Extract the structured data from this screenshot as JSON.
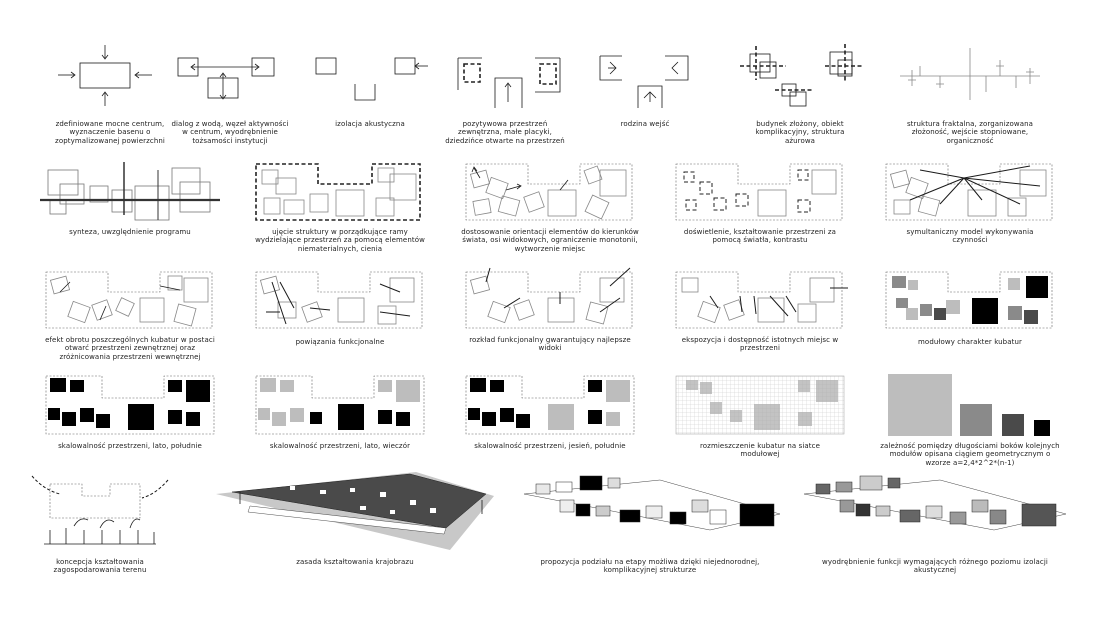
{
  "captions": {
    "r1c1": "zdefiniowane mocne centrum, wyznaczenie basenu o zoptymalizowanej powierzchni",
    "r1c2": "dialog z wodą, węzeł aktywności w centrum, wyodrębnienie tożsamości instytucji",
    "r1c3": "izolacja akustyczna",
    "r1c4": "pozytywowa przestrzeń zewnętrzna, małe placyki, dziedzińce otwarte na przestrzeń",
    "r1c5": "rodzina wejść",
    "r1c6": "budynek złożony, obiekt komplikacyjny, struktura ażurowa",
    "r1c7": "struktura fraktalna, zorganizowana złożoność, wejście stopniowane, organiczność",
    "r2c1": "synteza, uwzględnienie programu",
    "r2c2": "ujęcie struktury w porządkujące ramy wydzielające przestrzeń za pomocą elementów niematerialnych, cienia",
    "r2c3": "dostosowanie orientacji elementów do kierunków świata, osi widokowych, ograniczenie monotonii, wytworzenie miejsc",
    "r2c4": "doświetlenie, kształtowanie przestrzeni za pomocą światła, kontrastu",
    "r2c5": "symultaniczny model wykonywania czynności",
    "r3c1": "efekt obrotu poszczególnych kubatur w postaci otwarć przestrzeni zewnętrznej oraz zróżnicowania przestrzeni wewnętrznej",
    "r3c2": "powiązania funkcjonalne",
    "r3c3": "rozkład funkcjonalny gwarantujący najlepsze widoki",
    "r3c4": "ekspozycja i dostępność istotnych miejsc w przestrzeni",
    "r3c5": "modułowy charakter kubatur",
    "r4c1": "skalowalność przestrzeni, lato, południe",
    "r4c2": "skalowalność przestrzeni, lato, wieczór",
    "r4c3": "skalowalność przestrzeni, jesień, południe",
    "r4c4": "rozmieszczenie kubatur na siatce modułowej",
    "r4c5": "zależność pomiędzy długościami boków kolejnych modułów opisana ciągiem geometrycznym o wzorze a=2,4*2^2*(n-1)",
    "r5c1": "koncepcja kształtowania zagospodarowania terenu",
    "r5c2": "zasada kształtowania krajobrazu",
    "r5c3": "propozycja podziału na etapy możliwa dzięki niejednorodnej, komplikacyjnej strukturze",
    "r5c4": "wyodrębnienie funkcji wymagających różnego poziomu izolacji akustycznej"
  },
  "colors": {
    "line": "#1a1a1a",
    "dash": "#666666",
    "grey_light": "#bdbdbd",
    "grey_mid": "#8a8a8a",
    "grey_dark": "#4a4a4a",
    "black": "#000000",
    "grid": "#c8c8c8"
  }
}
